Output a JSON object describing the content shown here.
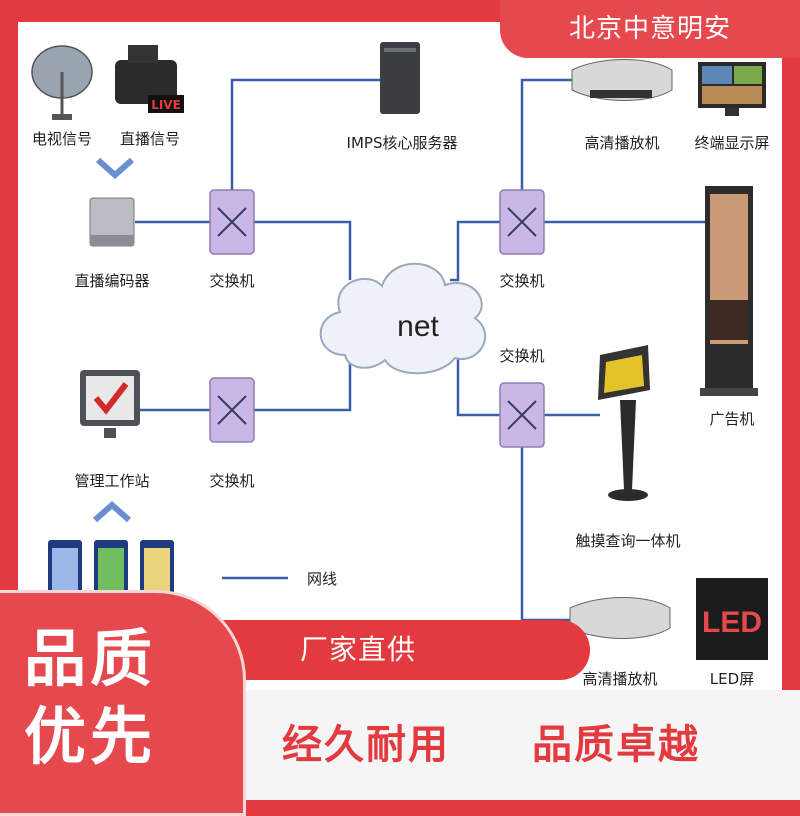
{
  "brand": "北京中意明安",
  "diagram": {
    "cloud": "net",
    "nodes": {
      "tv_signal": "电视信号",
      "live_signal": "直播信号",
      "live_badge": "LIVE",
      "encoder": "直播编码器",
      "switch_left_top": "交换机",
      "server": "IMPS核心服务器",
      "switch_left_bottom": "交换机",
      "admin_station": "管理工作站",
      "switch_right_top": "交换机",
      "switch_right_mid": "交换机",
      "hd_player": "高清播放机",
      "terminal_screen": "终端显示屏",
      "ad_machine": "广告机",
      "kiosk": "触摸查询一体机",
      "hd_player_bottom": "高清播放机",
      "led_screen": "LED屏",
      "led_text": "LED"
    },
    "legend": "网线"
  },
  "banner": "厂家直供",
  "slogan": [
    "经久耐用",
    "品质卓越"
  ],
  "badge": [
    "品质",
    "优先"
  ],
  "colors": {
    "accent": "#e23a3f",
    "line": "#3a5fa8",
    "switch": "#c9b8e6",
    "cloud": "#eef2f8"
  }
}
